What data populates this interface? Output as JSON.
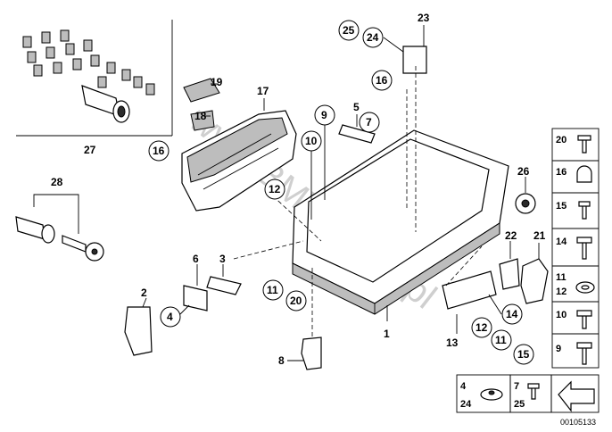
{
  "catalog_number": "00105133",
  "watermark": "www.BMW-store.pl",
  "callouts": {
    "c1": "1",
    "c2": "2",
    "c3": "3",
    "c4": "4",
    "c5": "5",
    "c6": "6",
    "c7": "7",
    "c8": "8",
    "c9": "9",
    "c10": "10",
    "c11": "11",
    "c12": "12",
    "c13": "13",
    "c14": "14",
    "c15": "15",
    "c16": "16",
    "c17": "17",
    "c18": "18",
    "c19": "19",
    "c20": "20",
    "c21": "21",
    "c22": "22",
    "c23": "23",
    "c24": "24",
    "c25": "25",
    "c26": "26",
    "c27": "27",
    "c28": "28"
  },
  "legend": {
    "r20": "20",
    "r16": "16",
    "r15": "15",
    "r14": "14",
    "r11": "11",
    "r12": "12",
    "r10": "10",
    "r9": "9",
    "b4": "4",
    "b24": "24",
    "b7": "7",
    "b25": "25"
  }
}
